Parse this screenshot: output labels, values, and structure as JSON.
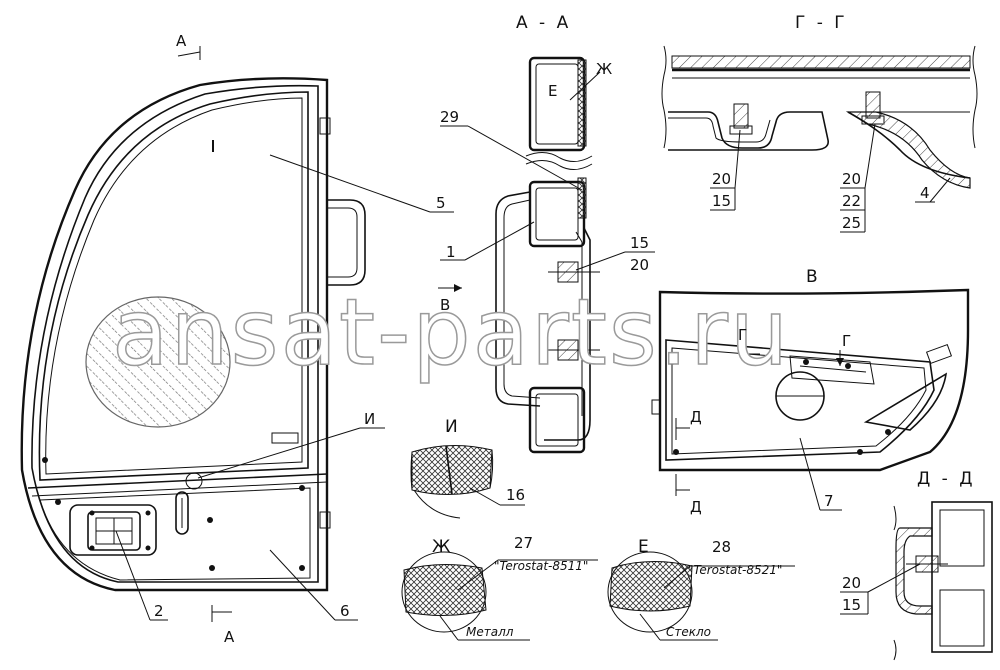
{
  "watermark": "ansat-parts.ru",
  "sections": {
    "aa": "А - А",
    "gg": "Г - Г",
    "v": "В",
    "dd": "Д - Д",
    "i": "И",
    "zh": "Ж",
    "e": "Е"
  },
  "view_markers": {
    "a_top": "А",
    "a_bottom": "А",
    "b_arrow": "В",
    "g_left": "Г",
    "g_right": "Г",
    "d_top": "Д",
    "d_bottom": "Д",
    "e_aa": "Е",
    "zh_aa": "Ж",
    "i_main": "И"
  },
  "callouts": {
    "c1": "1",
    "c2": "2",
    "c4": "4",
    "c5": "5",
    "c6": "6",
    "c7": "7",
    "c15_aa": "15",
    "c20_aa": "20",
    "c29": "29",
    "c16": "16",
    "c27": "27",
    "c28": "28",
    "c20_g1": "20",
    "c15_g1": "15",
    "c20_g2": "20",
    "c22_g2": "22",
    "c25_g2": "25",
    "c20_d": "20",
    "c15_d": "15"
  },
  "materials": {
    "terostat_8511": "\"Terostat-8511\"",
    "terostat_8521": "\"Terostat-8521\"",
    "metal": "Металл",
    "glass": "Стекло"
  }
}
